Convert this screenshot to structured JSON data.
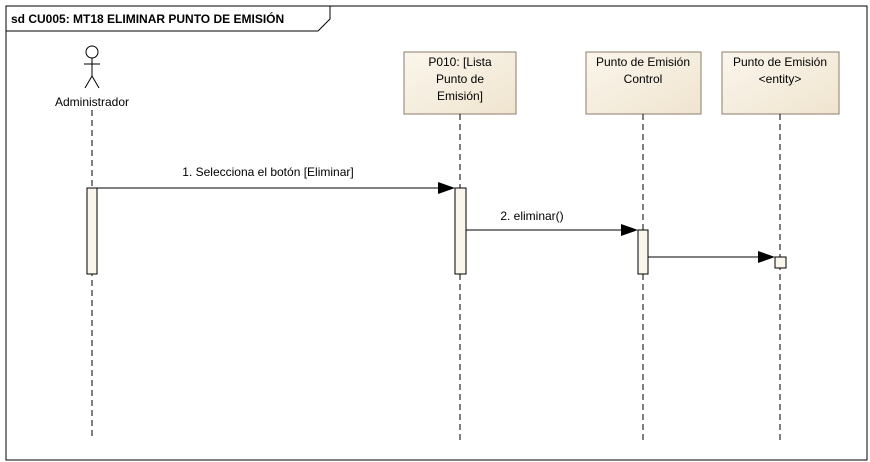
{
  "frame": {
    "title": "sd CU005: MT18 ELIMINAR PUNTO DE EMISIÓN"
  },
  "actor": {
    "name": "Administrador"
  },
  "lifelines": [
    {
      "id": "p010",
      "lines": [
        "P010: [Lista",
        "Punto de",
        "Emisión]"
      ]
    },
    {
      "id": "control",
      "lines": [
        "Punto de Emisión",
        "Control"
      ]
    },
    {
      "id": "entity",
      "lines": [
        "Punto de Emisión",
        "<entity>"
      ]
    }
  ],
  "messages": [
    {
      "label": "1. Selecciona el botón [Eliminar]",
      "from": "actor",
      "to": "p010"
    },
    {
      "label": "2. eliminar()",
      "from": "p010",
      "to": "control"
    },
    {
      "label": "",
      "from": "control",
      "to": "entity"
    }
  ],
  "colors": {
    "box_fill": "#f3ead7",
    "box_border": "#8c7d6a",
    "line": "#000000"
  }
}
